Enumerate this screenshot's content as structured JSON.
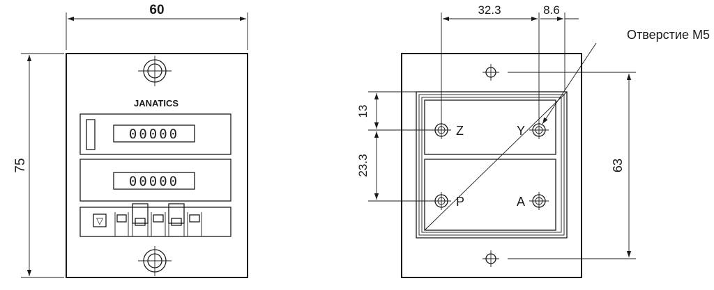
{
  "front_view": {
    "width_label": "60",
    "height_label": "75",
    "brand": "JANATICS",
    "counter_top": "00000",
    "counter_bottom": "00000",
    "reset_symbol": "▽"
  },
  "rear_view": {
    "dim_top_left": "32.3",
    "dim_top_right": "8.6",
    "hole_callout": "Отверстие M5",
    "dim_left_upper": "13",
    "dim_left_lower": "23.3",
    "dim_right": "63",
    "terminal_z": "Z",
    "terminal_y": "Y",
    "terminal_p": "P",
    "terminal_a": "A"
  }
}
